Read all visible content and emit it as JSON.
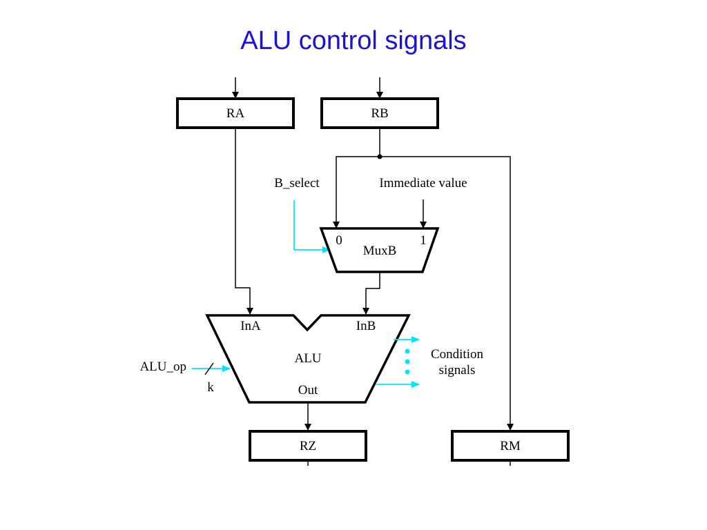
{
  "title": "ALU control signals",
  "registers": {
    "ra": "RA",
    "rb": "RB",
    "rz": "RZ",
    "rm": "RM"
  },
  "muxb": {
    "name": "MuxB",
    "input0": "0",
    "input1": "1",
    "select_label": "B_select",
    "immediate_label": "Immediate value"
  },
  "alu": {
    "name": "ALU",
    "in_a": "InA",
    "in_b": "InB",
    "out": "Out",
    "op_label": "ALU_op",
    "op_width": "k"
  },
  "condition": {
    "line1": "Condition",
    "line2": "signals"
  },
  "colors": {
    "title": "#1a12d6",
    "control_signal": "#00e5ff",
    "wire": "#000000"
  }
}
